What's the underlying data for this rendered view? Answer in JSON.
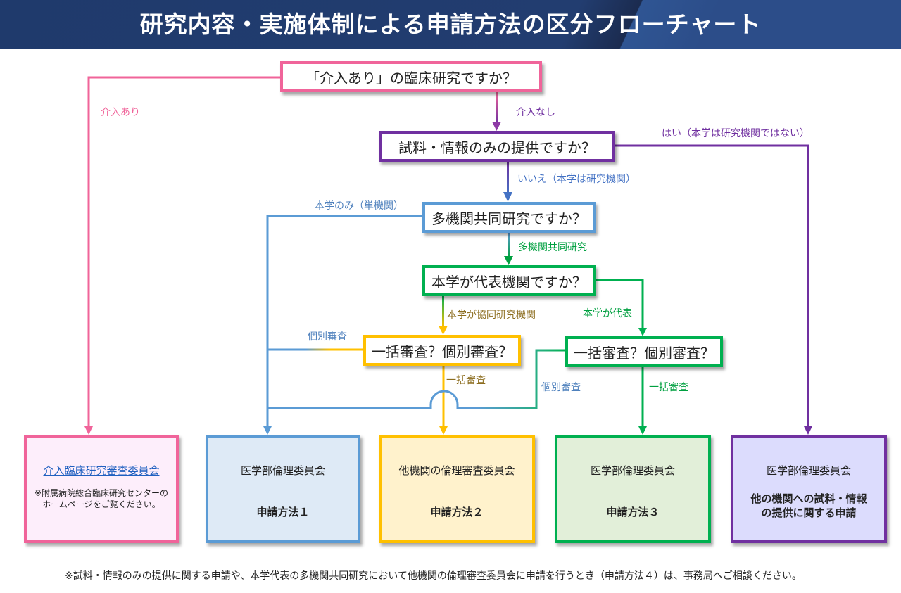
{
  "header": {
    "title": "研究内容・実施体制による申請方法の区分フローチャート"
  },
  "questions": {
    "q1": "「介入あり」の臨床研究ですか？",
    "q2": "試料・情報のみの提供ですか？",
    "q3": "多機関共同研究ですか？",
    "q4": "本学が代表機関ですか？",
    "q5": "一括審査？個別審査？",
    "q6": "一括審査？個別審査？"
  },
  "branches": {
    "intervention_yes": "介入あり",
    "intervention_no": "介入なし",
    "provision_yes": "はい（本学は研究機関ではない）",
    "provision_no": "いいえ（本学は研究機関）",
    "single_institution": "本学のみ（単機関）",
    "multi_institution": "多機関共同研究",
    "collaborating": "本学が協同研究機関",
    "representative": "本学が代表",
    "individual_left": "個別審査",
    "batch_left": "一括審査",
    "individual_right": "個別審査",
    "batch_right": "一括審査"
  },
  "results": [
    {
      "title": "介入臨床研究審査委員会",
      "note_line1": "※附属病院総合臨床研究センターの",
      "note_line2": "ホームページをご覧ください。"
    },
    {
      "title": "医学部倫理委員会",
      "method": "申請方法１"
    },
    {
      "title": "他機関の倫理審査委員会",
      "method": "申請方法２"
    },
    {
      "title": "医学部倫理委員会",
      "method": "申請方法３"
    },
    {
      "title": "医学部倫理委員会",
      "desc_line1": "他の機関への試料・情報",
      "desc_line2": "の提供に関する申請"
    }
  ],
  "footnote": "※試料・情報のみの提供に関する申請や、本学代表の多機関共同研究において他機関の倫理審査委員会に申請を行うとき（申請方法４）は、事務局へご相談ください。",
  "colors": {
    "header_navy": "#223d70",
    "pink": "#f0649a",
    "purple": "#7030a0",
    "blue": "#5b9bd5",
    "dark_blue": "#4472c4",
    "green": "#00b050",
    "yellow": "#ffc000"
  }
}
